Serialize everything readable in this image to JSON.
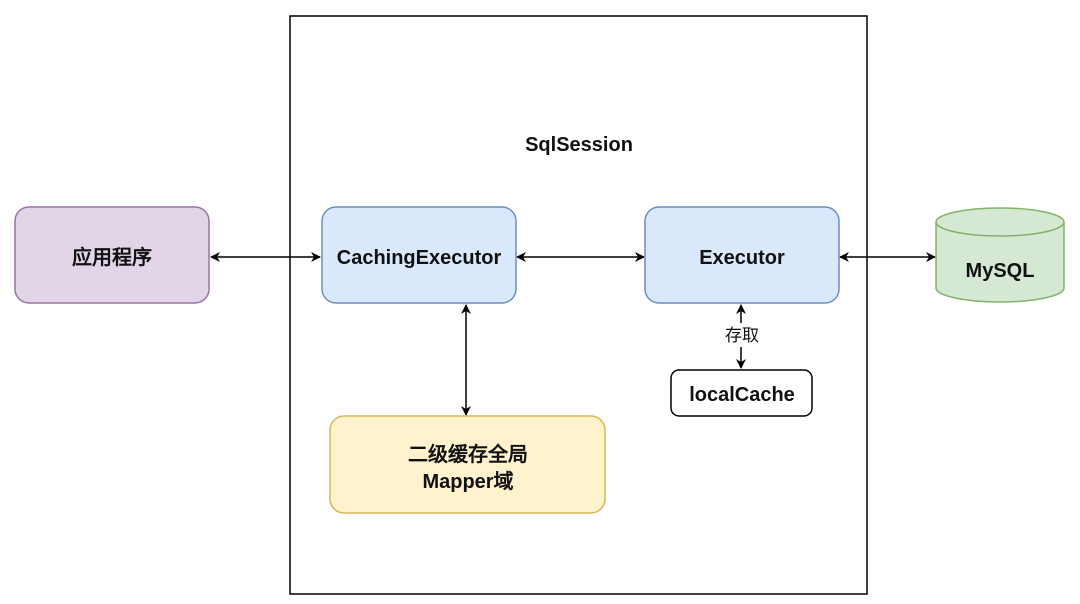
{
  "diagram": {
    "container_label": "SqlSession",
    "nodes": {
      "app": {
        "label": "应用程序",
        "fill": "#e1d5e7",
        "stroke": "#9673a6"
      },
      "caching_executor": {
        "label": "CachingExecutor",
        "fill": "#dae8fc",
        "stroke": "#6c8ebf"
      },
      "executor": {
        "label": "Executor",
        "fill": "#dae8fc",
        "stroke": "#6c8ebf"
      },
      "mysql": {
        "label": "MySQL",
        "fill": "#d5e8d4",
        "stroke": "#82b366"
      },
      "local_cache": {
        "label": "localCache",
        "fill": "#ffffff",
        "stroke": "#000000"
      },
      "second_level_cache": {
        "label_line1": "二级缓存全局",
        "label_line2": "Mapper域",
        "fill": "#fff2cc",
        "stroke": "#d6b656"
      }
    },
    "edges": [
      {
        "from": "app",
        "to": "caching_executor",
        "bidirectional": true
      },
      {
        "from": "caching_executor",
        "to": "executor",
        "bidirectional": true
      },
      {
        "from": "executor",
        "to": "mysql",
        "bidirectional": true
      },
      {
        "from": "caching_executor",
        "to": "second_level_cache",
        "bidirectional": true
      },
      {
        "from": "executor",
        "to": "local_cache",
        "bidirectional": true,
        "label": "存取"
      }
    ]
  }
}
